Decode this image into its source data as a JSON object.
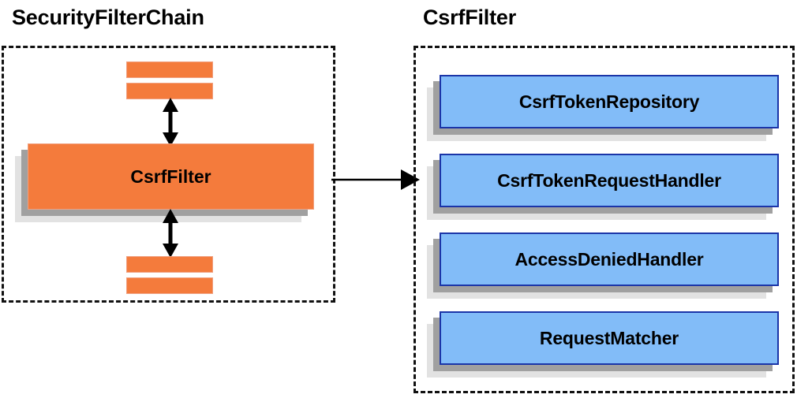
{
  "diagram": {
    "title_left": "SecurityFilterChain",
    "title_right": "CsrfFilter",
    "colors": {
      "orange_fill": "#f47b3c",
      "orange_border": "#f0a080",
      "blue_fill": "#82bcf8",
      "blue_border": "#1b35a8",
      "shadow_near": "#a0a0a0",
      "shadow_far": "#e2e2e2",
      "dash_border": "#111111",
      "text": "#000000",
      "background": "#ffffff"
    }
  },
  "left_panel": {
    "title": "SecurityFilterChain",
    "main_block": {
      "label": "CsrfFilter"
    },
    "filters_above": [
      {
        "label": ""
      },
      {
        "label": ""
      }
    ],
    "filters_below": [
      {
        "label": ""
      },
      {
        "label": ""
      }
    ],
    "connector_up": {
      "kind": "double-headed-vertical-arrow"
    },
    "connector_down": {
      "kind": "double-headed-vertical-arrow"
    }
  },
  "right_panel": {
    "title": "CsrfFilter",
    "collaborators": [
      {
        "label": "CsrfTokenRepository"
      },
      {
        "label": "CsrfTokenRequestHandler"
      },
      {
        "label": "AccessDeniedHandler"
      },
      {
        "label": "RequestMatcher"
      }
    ]
  },
  "cross_connector": {
    "kind": "single-headed-horizontal-arrow",
    "from": "CsrfFilter",
    "to": "CsrfFilter detail panel"
  }
}
